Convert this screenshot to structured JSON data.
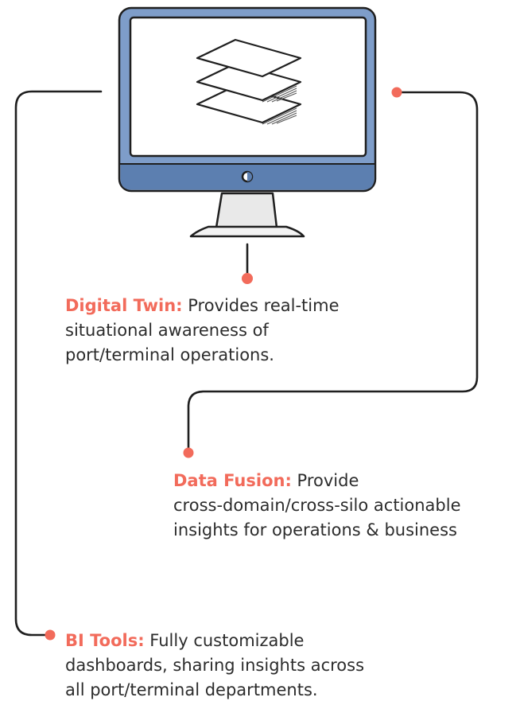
{
  "colors": {
    "accent": "#f26b5b",
    "monitor_frame": "#7e9dc9",
    "monitor_chin": "#5c7fb0",
    "outline": "#1f1f1f",
    "text": "#2c2c2c"
  },
  "icons": {
    "monitor": "desktop-monitor-icon",
    "screen": "stacked-layers-icon"
  },
  "callouts": {
    "digital_twin": {
      "heading": "Digital Twin:",
      "text": " Provides real-time",
      "line2": "situational awareness of",
      "line3": "port/terminal operations."
    },
    "data_fusion": {
      "heading": "Data Fusion:",
      "text": " Provide",
      "line2": "cross-domain/cross-silo actionable",
      "line3": "insights for operations & business"
    },
    "bi_tools": {
      "heading": "BI Tools:",
      "text": " Fully customizable",
      "line2": "dashboards, sharing insights across",
      "line3": "all port/terminal departments."
    }
  }
}
